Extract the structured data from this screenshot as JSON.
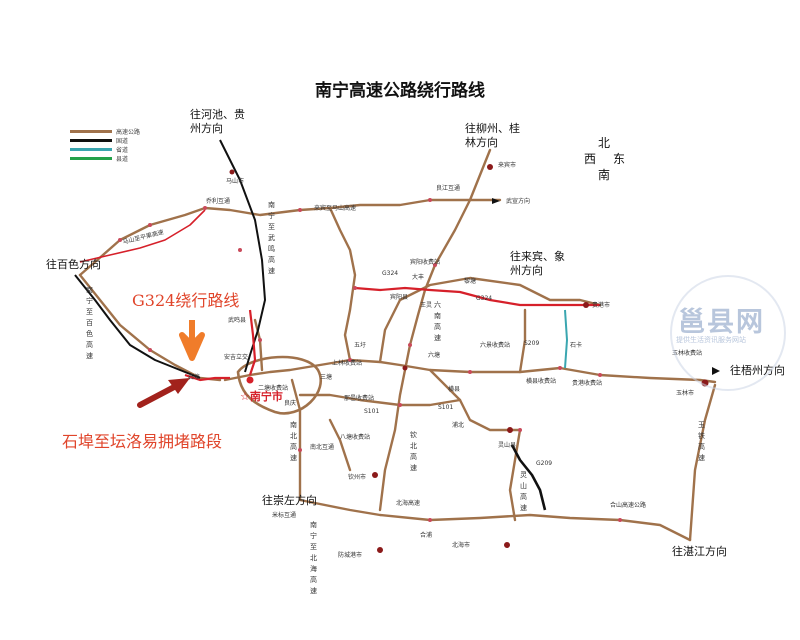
{
  "title": "南宁高速公路绕行路线",
  "legend": [
    {
      "label": "高速公路",
      "color": "#a0724b"
    },
    {
      "label": "国道",
      "color": "#111111"
    },
    {
      "label": "省道",
      "color": "#3aa6b0"
    },
    {
      "label": "县道",
      "color": "#23a14a"
    }
  ],
  "compass": {
    "north": "北",
    "south": "南",
    "west": "西",
    "east": "东"
  },
  "directions": {
    "hechi": "往河池、贵州方向",
    "liuzhou": "往柳州、桂林方向",
    "baise": "往百色方向",
    "laibin": "往来宾、象州方向",
    "wuzhou": "往梧州方向",
    "chongzuo": "往崇左方向",
    "zhanjiang": "往湛江方向"
  },
  "callouts": {
    "reroute": "G324绕行路线",
    "congestion": "石埠至坛洛易拥堵路段"
  },
  "city": "☆南宁市",
  "watermark": {
    "big": "邕县网",
    "small": "提供生活资讯服务网站"
  },
  "places": {
    "laibin_city": "来宾市",
    "wuxuan": "武宣方向",
    "liangjiang": "良江互通",
    "laibin_mashan": "来宾至马山高速",
    "mashan_pingguo": "马山至平果高速",
    "mashan": "马山市",
    "qiaoli": "乔利互通",
    "binyang_toll": "宾阳收费站",
    "g324_a": "G324",
    "g324_b": "G324",
    "dafeng": "大丰",
    "wangling": "王灵",
    "binyang": "宾阳县",
    "lijia": "黎塘",
    "guigang": "贵港市",
    "shika": "石卡",
    "guigang_toll": "贵港收费站",
    "yulin": "玉林市",
    "liuxu": "六景收费站",
    "liutang": "六塘",
    "wuxu": "五圩",
    "sanlang": "三塘",
    "erjiang": "二塘收费站",
    "nayi": "那邑收费站",
    "qinzhou": "钦州市",
    "fangcheng": "防城港市",
    "beihai": "北海市",
    "hepu": "合浦",
    "mibiao": "米标互通",
    "wuming": "武鸣县",
    "anji": "安吉立交",
    "shanghu": "上林收费站",
    "hengxian": "横县",
    "hengxian_toll": "横县收费站",
    "lingshan": "灵山县",
    "pubei": "浦北",
    "s209": "S209",
    "g209": "G209",
    "s101a": "S101",
    "s101b": "S101",
    "bama": "八塘收费站",
    "nanbei": "南北互通",
    "shizhong": "石埠",
    "xiaotang": "良庆",
    "guixia": "北海高速",
    "yulin_toll": "玉林收费站",
    "hepu_toll": "合山高速公路"
  },
  "vlabels": {
    "nannan": "南宁至百色高速",
    "wuming_hw": "南宁至武鸣高速",
    "liu_nan": "六南高速",
    "yulin_hw": "玉铁高速",
    "nanbei_hw": "南北高速",
    "qinbei": "钦北高速",
    "lingshan_hw": "灵山高速",
    "nanhai": "南宁至北海高速"
  }
}
